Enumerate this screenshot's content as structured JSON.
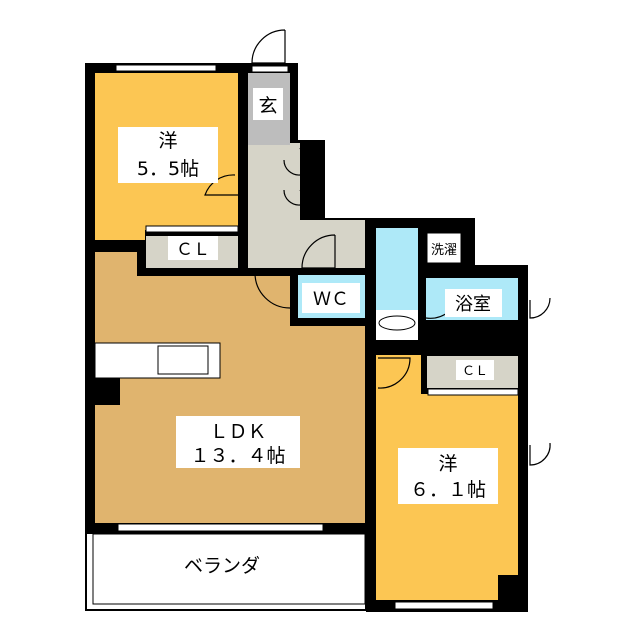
{
  "rooms": {
    "western1": {
      "name": "洋",
      "size": "5．5帖"
    },
    "entrance": {
      "name": "玄"
    },
    "closet1": {
      "name": "ＣＬ"
    },
    "ldk": {
      "name": "ＬＤＫ",
      "size": "１３．４帖"
    },
    "wc": {
      "name": "ＷＣ"
    },
    "laundry": {
      "name": "洗濯"
    },
    "bath": {
      "name": "浴室"
    },
    "closet2": {
      "name": "ＣＬ"
    },
    "western2": {
      "name": "洋",
      "size": "６．１帖"
    },
    "veranda": {
      "name": "ベランダ"
    }
  },
  "colors": {
    "western": "#FCC653",
    "ldk": "#E0B46E",
    "entrance": "#BDBDBD",
    "hall": "#D6D4C8",
    "wet": "#AEE9F8",
    "wall": "#000000"
  }
}
